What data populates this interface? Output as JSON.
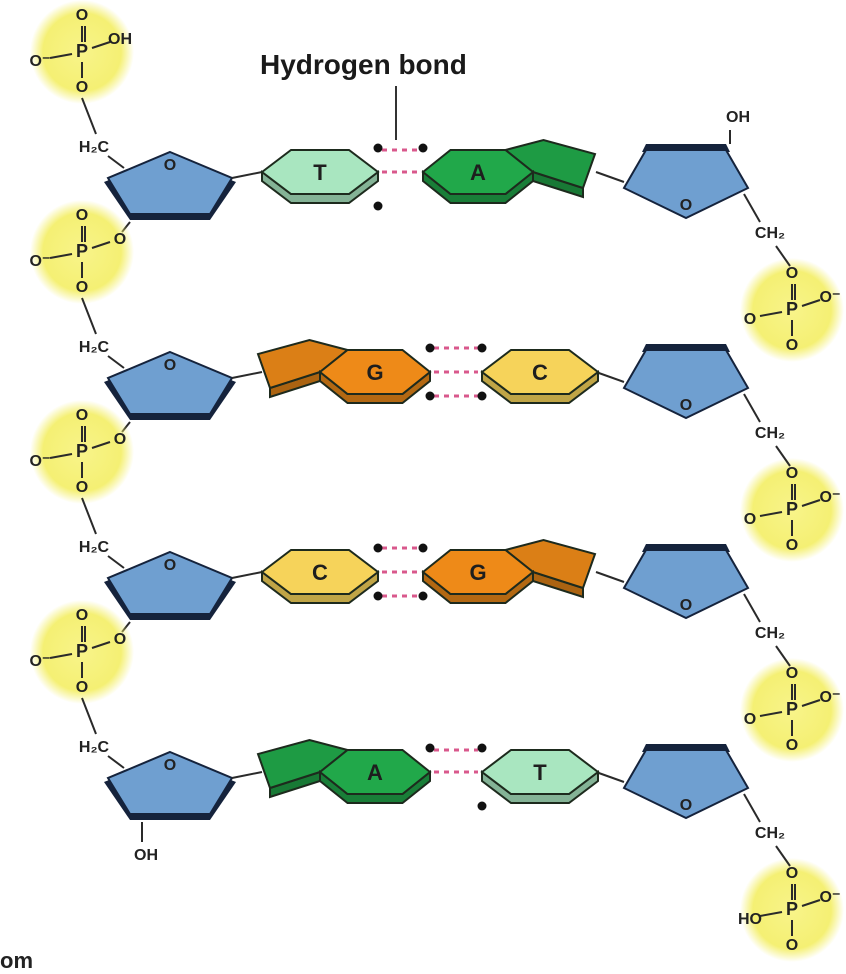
{
  "title": "Hydrogen bond",
  "colors": {
    "sugar": "#6f9fd0",
    "sugar_edge": "#15233c",
    "phosphate_glow": "#f5f16e",
    "thymine": "#a9e6c0",
    "adenine": "#21a84a",
    "guanine": "#ee8a18",
    "cytosine": "#f6d35a",
    "hbond": "#d9588c"
  },
  "atoms": {
    "O": "O",
    "P": "P",
    "OH": "OH",
    "O_minus": "O⁻",
    "HO": "HO",
    "H2C": "H₂C",
    "CH2": "CH₂"
  },
  "pairs": [
    {
      "left": "T",
      "right": "A"
    },
    {
      "left": "G",
      "right": "C"
    },
    {
      "left": "C",
      "right": "G"
    },
    {
      "left": "A",
      "right": "T"
    }
  ],
  "footer_fragment": "om"
}
